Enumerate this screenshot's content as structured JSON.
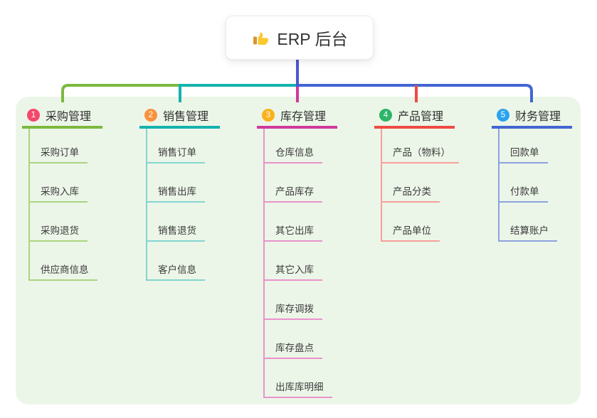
{
  "root": {
    "label": "ERP 后台",
    "icon": "thumbs-up-icon",
    "connector_color": "#4a58ce"
  },
  "background_color": "#ecf6e8",
  "branches": [
    {
      "number": "1",
      "label": "采购管理",
      "color": "#7cb93f",
      "light_color": "#abd47f",
      "badge_color": "#f4476c",
      "children": [
        "采购订单",
        "采购入库",
        "采购退货",
        "供应商信息"
      ]
    },
    {
      "number": "2",
      "label": "销售管理",
      "color": "#14b3ae",
      "light_color": "#83d5d1",
      "badge_color": "#f9923e",
      "children": [
        "销售订单",
        "销售出库",
        "销售退货",
        "客户信息"
      ]
    },
    {
      "number": "3",
      "label": "库存管理",
      "color": "#d0399c",
      "light_color": "#ea92cc",
      "badge_color": "#fbb11b",
      "children": [
        "仓库信息",
        "产品库存",
        "其它出库",
        "其它入库",
        "库存调拨",
        "库存盘点",
        "出库库明细"
      ]
    },
    {
      "number": "4",
      "label": "产品管理",
      "color": "#ef4a44",
      "light_color": "#f5a09b",
      "badge_color": "#2db568",
      "children": [
        "产品（物料）",
        "产品分类",
        "产品单位"
      ]
    },
    {
      "number": "5",
      "label": "财务管理",
      "color": "#4365d3",
      "light_color": "#8ba3de",
      "badge_color": "#2ba3ee",
      "children": [
        "回款单",
        "付款单",
        "结算账户"
      ]
    }
  ]
}
